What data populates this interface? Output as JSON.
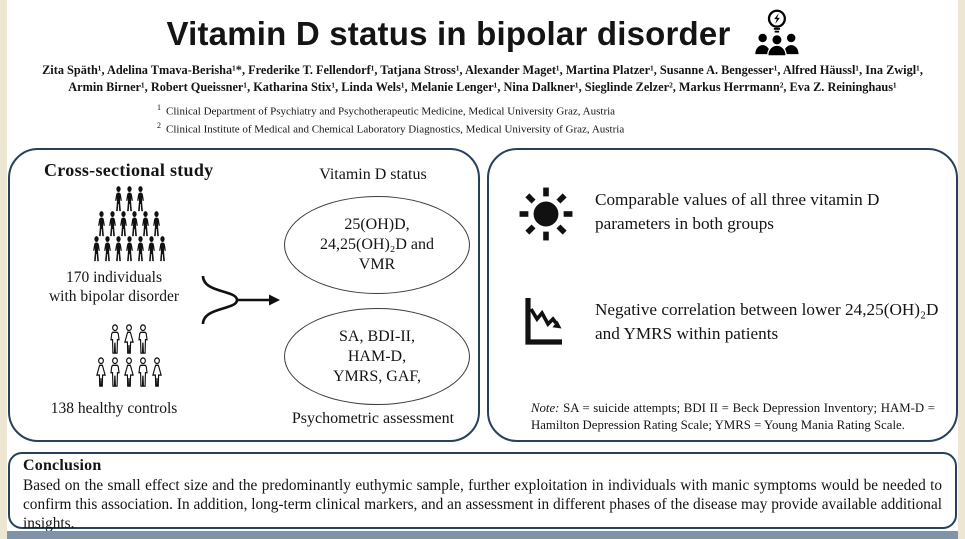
{
  "colors": {
    "border_navy": "#27405e",
    "frame_beige": "#ece6d2",
    "bottom_bar": "#8093a8",
    "ink": "#141414"
  },
  "header": {
    "title": "Vitamin D status in bipolar disorder",
    "title_icon": "idea-team-icon",
    "authors_line1": "Zita Späth¹, Adelina Tmava-Berisha¹*, Frederike T. Fellendorf¹, Tatjana Stross¹, Alexander Maget¹, Martina Platzer¹, Susanne A. Bengesser¹, Alfred Häussl¹, Ina Zwigl¹,",
    "authors_line2": "Armin Birner¹, Robert Queissner¹, Katharina Stix¹, Linda Wels¹, Melanie Lenger¹, Nina Dalkner¹, Sieglinde Zelzer², Markus Herrmann², Eva Z. Reininghaus¹",
    "affiliations": [
      {
        "sup": "1",
        "text": "Clinical Department of Psychiatry and Psychotherapeutic Medicine, Medical University Graz, Austria"
      },
      {
        "sup": "2",
        "text": "Clinical Institute of Medical and Chemical Laboratory Diagnostics, Medical University of Graz, Austria"
      }
    ]
  },
  "study_panel": {
    "heading": "Cross-sectional study",
    "bipolar_group": {
      "icon": "crowd-filled-icon",
      "rows": [
        3,
        6,
        7
      ],
      "label": "170 individuals\nwith bipolar disorder"
    },
    "control_group": {
      "icon": "crowd-outline-icon",
      "rows": [
        {
          "count": 3,
          "start": "male"
        },
        {
          "count": 5,
          "start": "female"
        }
      ],
      "label": "138 healthy controls"
    },
    "merge_icon": "merge-arrow-icon",
    "vitamin_label": "Vitamin D status",
    "oval1": "25(OH)D,\n24,25(OH)₂D and\nVMR",
    "oval2": "SA, BDI-II,\nHAM-D,\nYMRS, GAF,",
    "psych_label": "Psychometric assessment"
  },
  "results_panel": {
    "finding1": {
      "icon": "sun-icon",
      "text": "Comparable values of all three vitamin D parameters in both groups"
    },
    "finding2": {
      "icon": "declining-chart-icon",
      "text": "Negative correlation between lower 24,25(OH)₂D and YMRS within patients"
    },
    "note_label": "Note:",
    "note_text": " SA = suicide  attempts; BDI II = Beck Depression  Inventory; HAM-D = Hamilton  Depression  Rating  Scale; YMRS = Young Mania Rating  Scale."
  },
  "conclusion": {
    "heading": "Conclusion",
    "text": "Based on the small effect size and the predominantly euthymic sample, further exploitation in individuals with manic symptoms would be needed to confirm this association. In addition, long-term clinical markers, and an assessment in different phases of the disease may provide available additional insights."
  }
}
